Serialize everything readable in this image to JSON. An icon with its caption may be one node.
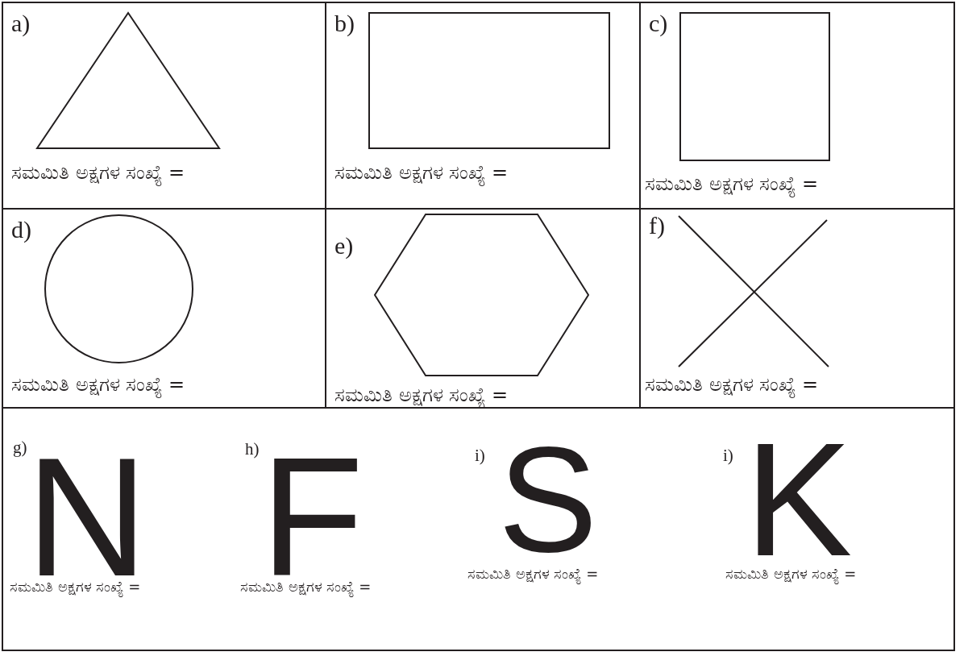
{
  "diagram": {
    "nodes": [
      {
        "text": [
          "a)",
          "ಸಮಮಿತಿ ಅಕ್ಷಗಳ ಸಂಖ್ಯೆ ="
        ]
      },
      {
        "text": [],
        "shape": "triangle",
        "in": 0
      },
      {
        "text": [
          "b)",
          "ಸಮಮಿತಿ ಅಕ್ಷಗಳ ಸಂಖ್ಯೆ ="
        ]
      },
      {
        "text": [],
        "shape": "box",
        "in": 2
      },
      {
        "text": [
          "c)",
          "ಸಮಮಿತಿ ಅಕ್ಷಗಳ ಸಂಖ್ಯೆ ="
        ]
      },
      {
        "text": [],
        "shape": "box",
        "in": 4
      },
      {
        "text": [
          "d)",
          "ಸಮಮಿತಿ ಅಕ್ಷಗಳ ಸಂಖ್ಯೆ ="
        ]
      },
      {
        "text": [],
        "shape": "circle",
        "in": 6
      },
      {
        "text": [
          "e)",
          "ಸಮಮಿತಿ ಅಕ್ಷಗಳ ಸಂಖ್ಯೆ ="
        ]
      },
      {
        "text": [],
        "shape": "hexagon",
        "in": 8
      },
      {
        "text": [
          "f)",
          "ಸಮಮಿತಿ ಅಕ್ಷಗಳ ಸಂಖ್ಯೆ ="
        ]
      },
      {
        "text": [
          "g)",
          "N",
          "ಸಮಮಿತಿ ಅಕ್ಷಗಳ ಸಂಖ್ಯೆ =",
          "h)",
          "F",
          "ಸಮಮಿತಿ ಅಕ್ಷಗಳ ಸಂಖ್ಯೆ =",
          "i)",
          "S",
          "ಸಮಮಿತಿ ಅಕ್ಷಗಳ ಸಂಖ್ಯೆ =",
          "i)",
          "K",
          "ಸಮಮಿತಿ ಅಕ್ಷಗಳ ಸಂಖ್ಯೆ ="
        ]
      }
    ]
  }
}
